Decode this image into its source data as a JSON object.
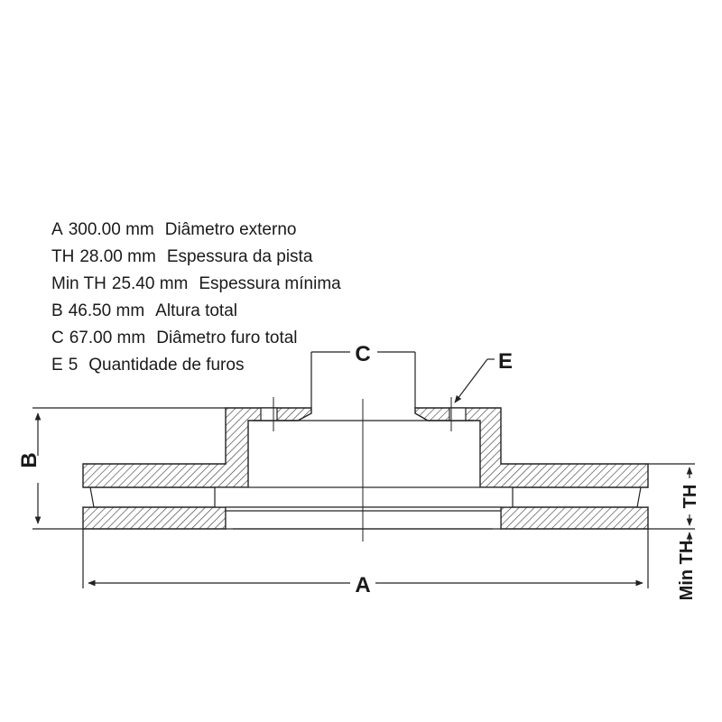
{
  "specs": [
    {
      "code": "A",
      "value": "300.00 mm",
      "desc": "Diâmetro externo"
    },
    {
      "code": "TH",
      "value": "28.00 mm",
      "desc": "Espessura da pista"
    },
    {
      "code": "Min TH",
      "value": "25.40 mm",
      "desc": "Espessura mínima"
    },
    {
      "code": "B",
      "value": "46.50 mm",
      "desc": "Altura total"
    },
    {
      "code": "C",
      "value": "67.00 mm",
      "desc": "Diâmetro furo total"
    },
    {
      "code": "E",
      "value": "5",
      "desc": "Quantidade de furos"
    }
  ],
  "labels": {
    "a": "A",
    "b": "B",
    "c": "C",
    "e": "E",
    "th": "TH",
    "min_th": "Min TH"
  }
}
